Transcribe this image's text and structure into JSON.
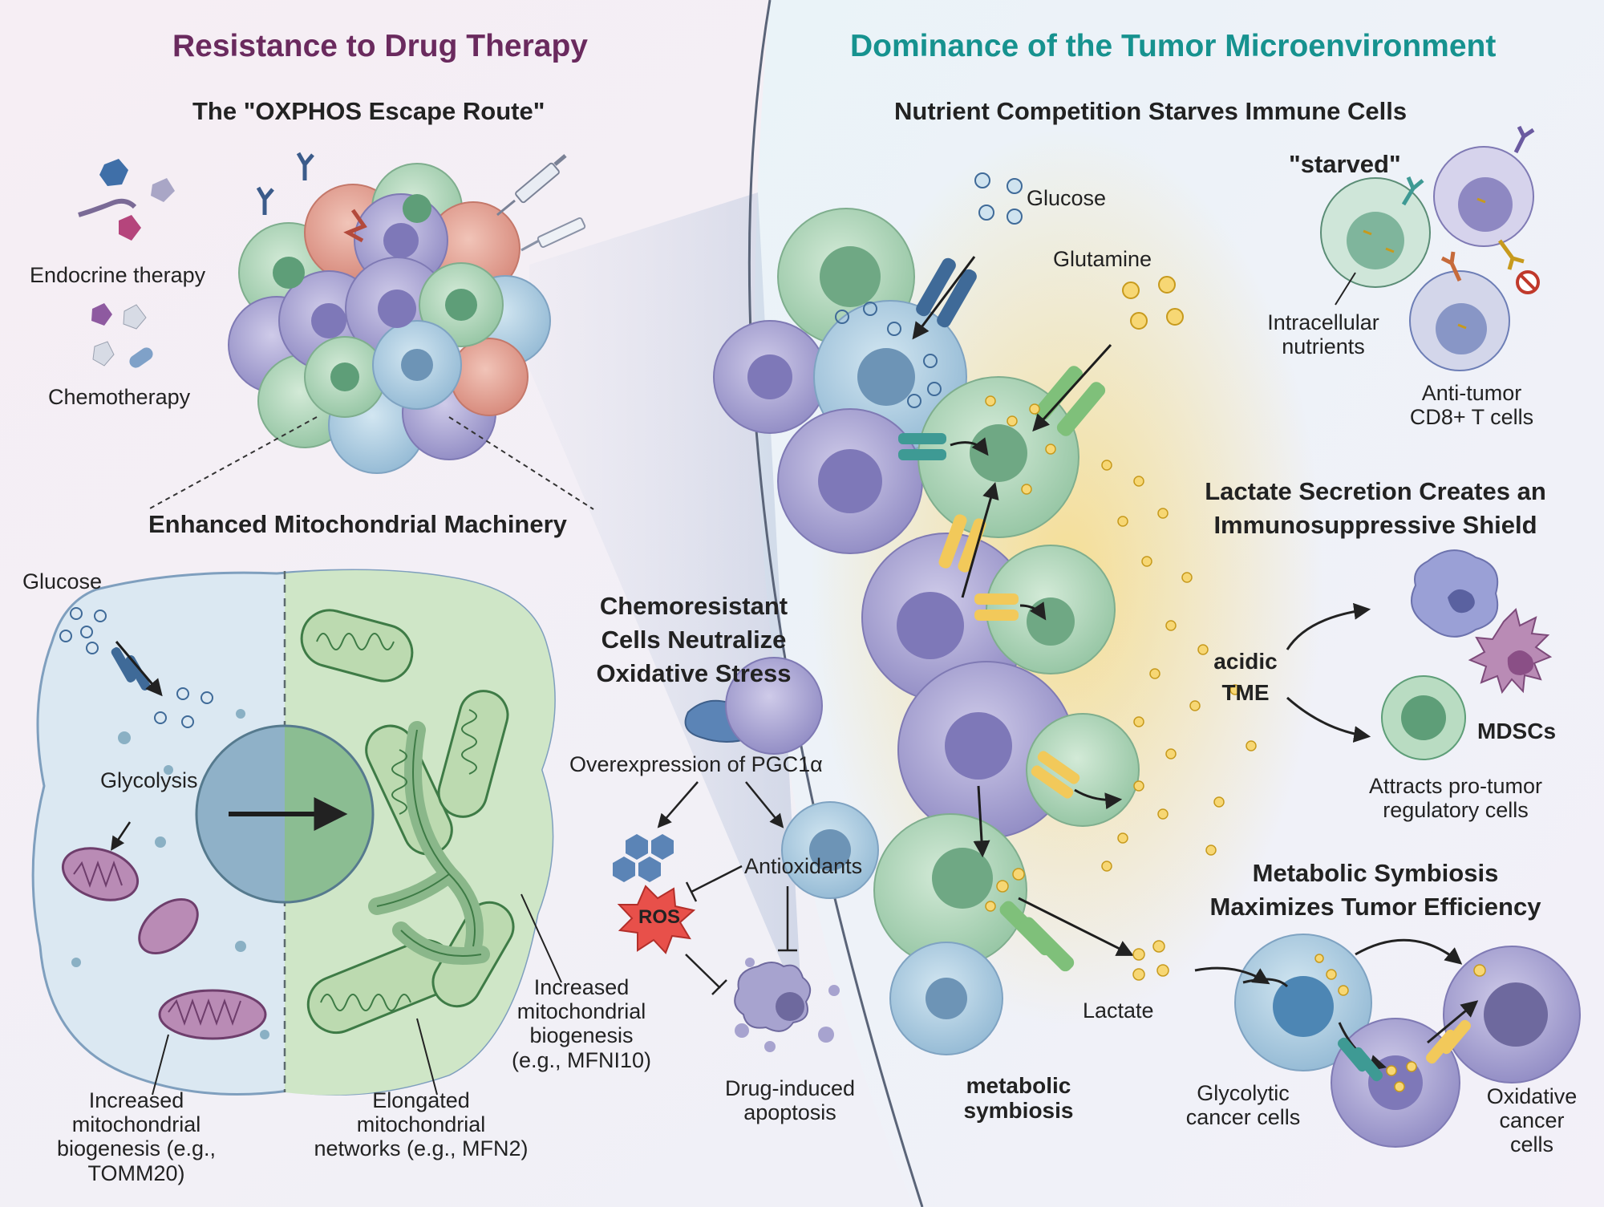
{
  "left_panel": {
    "title": "Resistance to Drug Therapy",
    "subtitle": "The \"OXPHOS Escape Route\"",
    "endocrine_label": "Endocrine therapy",
    "chemo_label": "Chemotherapy",
    "machinery_title": "Enhanced Mitochondrial Machinery",
    "glucose_label": "Glucose",
    "glycolysis_label": "Glycolysis",
    "biogenesis_left": [
      "Increased",
      "mitochondrial",
      "biogenesis (e.g.,",
      "TOMM20)"
    ],
    "elongated": [
      "Elongated",
      "mitochondrial",
      "networks (e.g., MFN2)"
    ],
    "biogenesis_right": [
      "Increased",
      "mitochondrial",
      "biogenesis",
      "(e.g., MFNI10)"
    ]
  },
  "center_panel": {
    "title": [
      "Chemoresistant",
      "Cells Neutralize",
      "Oxidative Stress"
    ],
    "pgc": "Overexpression of PGC1α",
    "antioxidants": "Antioxidants",
    "ros": "ROS",
    "apoptosis": [
      "Drug-induced",
      "apoptosis"
    ]
  },
  "right_panel": {
    "title": "Dominance of the Tumor Microenvironment",
    "nutrient_title": "Nutrient Competition Starves Immune Cells",
    "glucose": "Glucose",
    "glutamine": "Glutamine",
    "starved": "\"starved\"",
    "intracellular": [
      "Intracellular",
      "nutrients"
    ],
    "cd8": [
      "Anti-tumor",
      "CD8+ T cells"
    ],
    "lactate_title": [
      "Lactate Secretion Creates an",
      "Immunosuppressive Shield"
    ],
    "acidic": [
      "acidic",
      "TME"
    ],
    "mdscs": "MDSCs",
    "attracts": [
      "Attracts pro-tumor",
      "regulatory cells"
    ],
    "symbiosis_title": [
      "Metabolic Symbiosis",
      "Maximizes Tumor Efficiency"
    ],
    "lactate": "Lactate",
    "metabolic_symbiosis": [
      "metabolic",
      "symbiosis"
    ],
    "glycolytic": [
      "Glycolytic",
      "cancer cells"
    ],
    "oxidative": [
      "Oxidative",
      "cancer",
      "cells"
    ]
  },
  "colors": {
    "left_title": "#6a2a5e",
    "right_title": "#16928f",
    "cell_green": "#b9dcc2",
    "cell_purple": "#b3aed8",
    "cell_blue": "#b4d4e6",
    "lactate_glow": "#f7d774",
    "ros": "#e8504a"
  }
}
